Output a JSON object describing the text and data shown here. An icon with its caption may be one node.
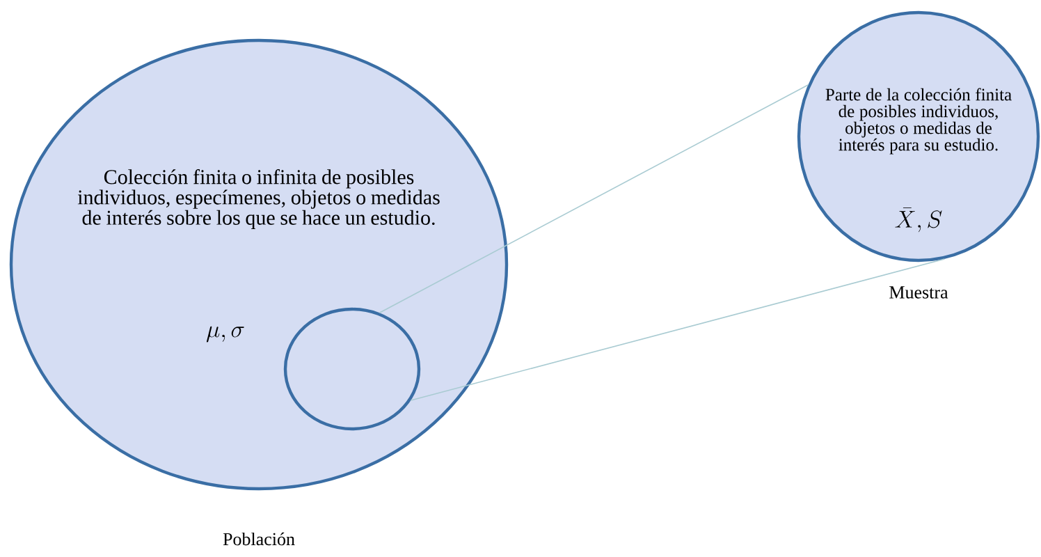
{
  "diagram": {
    "nodes": [
      {
        "text": [
          "Colección finita o infinita de posibles individuos, especímenes, objetos o medidas de interés sobre los que se hace un estudio.",
          "\\mu, \\sigma"
        ],
        "beside": [
          "Población"
        ]
      },
      {
        "text": [],
        "shape": "circle",
        "in": 0
      },
      {
        "text": [
          "Parte de la colección finita de posibles individuos, objetos o medidas de interés para su estudio.",
          "\\bar{X}, S"
        ],
        "beside": [
          "Muestra"
        ]
      }
    ],
    "edges": [
      {
        "from": 1,
        "to": 2,
        "arrow": "none"
      },
      {
        "from": 1,
        "to": 2,
        "arrow": "none"
      }
    ]
  }
}
